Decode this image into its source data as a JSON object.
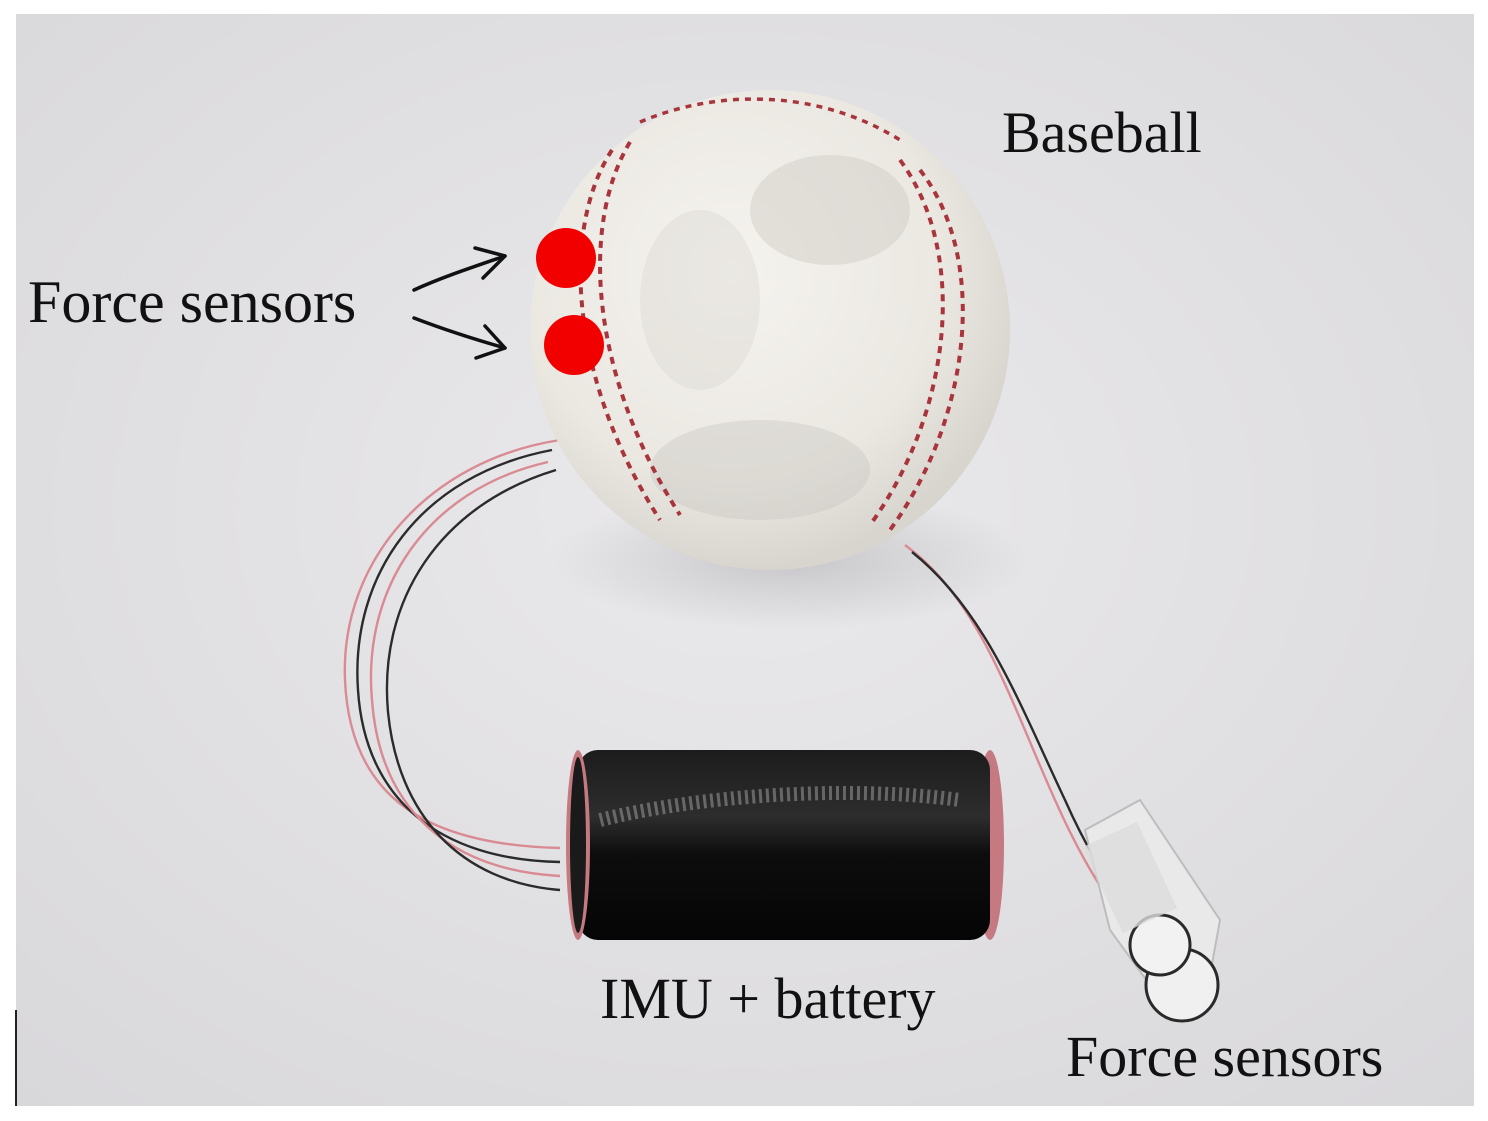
{
  "figure": {
    "labels": {
      "baseball": "Baseball",
      "force_sensors_left": "Force sensors",
      "imu_battery": "IMU + battery",
      "force_sensors_bottom": "Force sensors"
    },
    "colors": {
      "background": "#e2e1e3",
      "ball": "#f2f0ec",
      "stitches": "#a8343c",
      "sensor_marker": "#f20000",
      "imu_body": "#141414",
      "wire_red": "#d98a92",
      "wire_dark": "#2b2b2b",
      "label_text": "#111111"
    }
  }
}
